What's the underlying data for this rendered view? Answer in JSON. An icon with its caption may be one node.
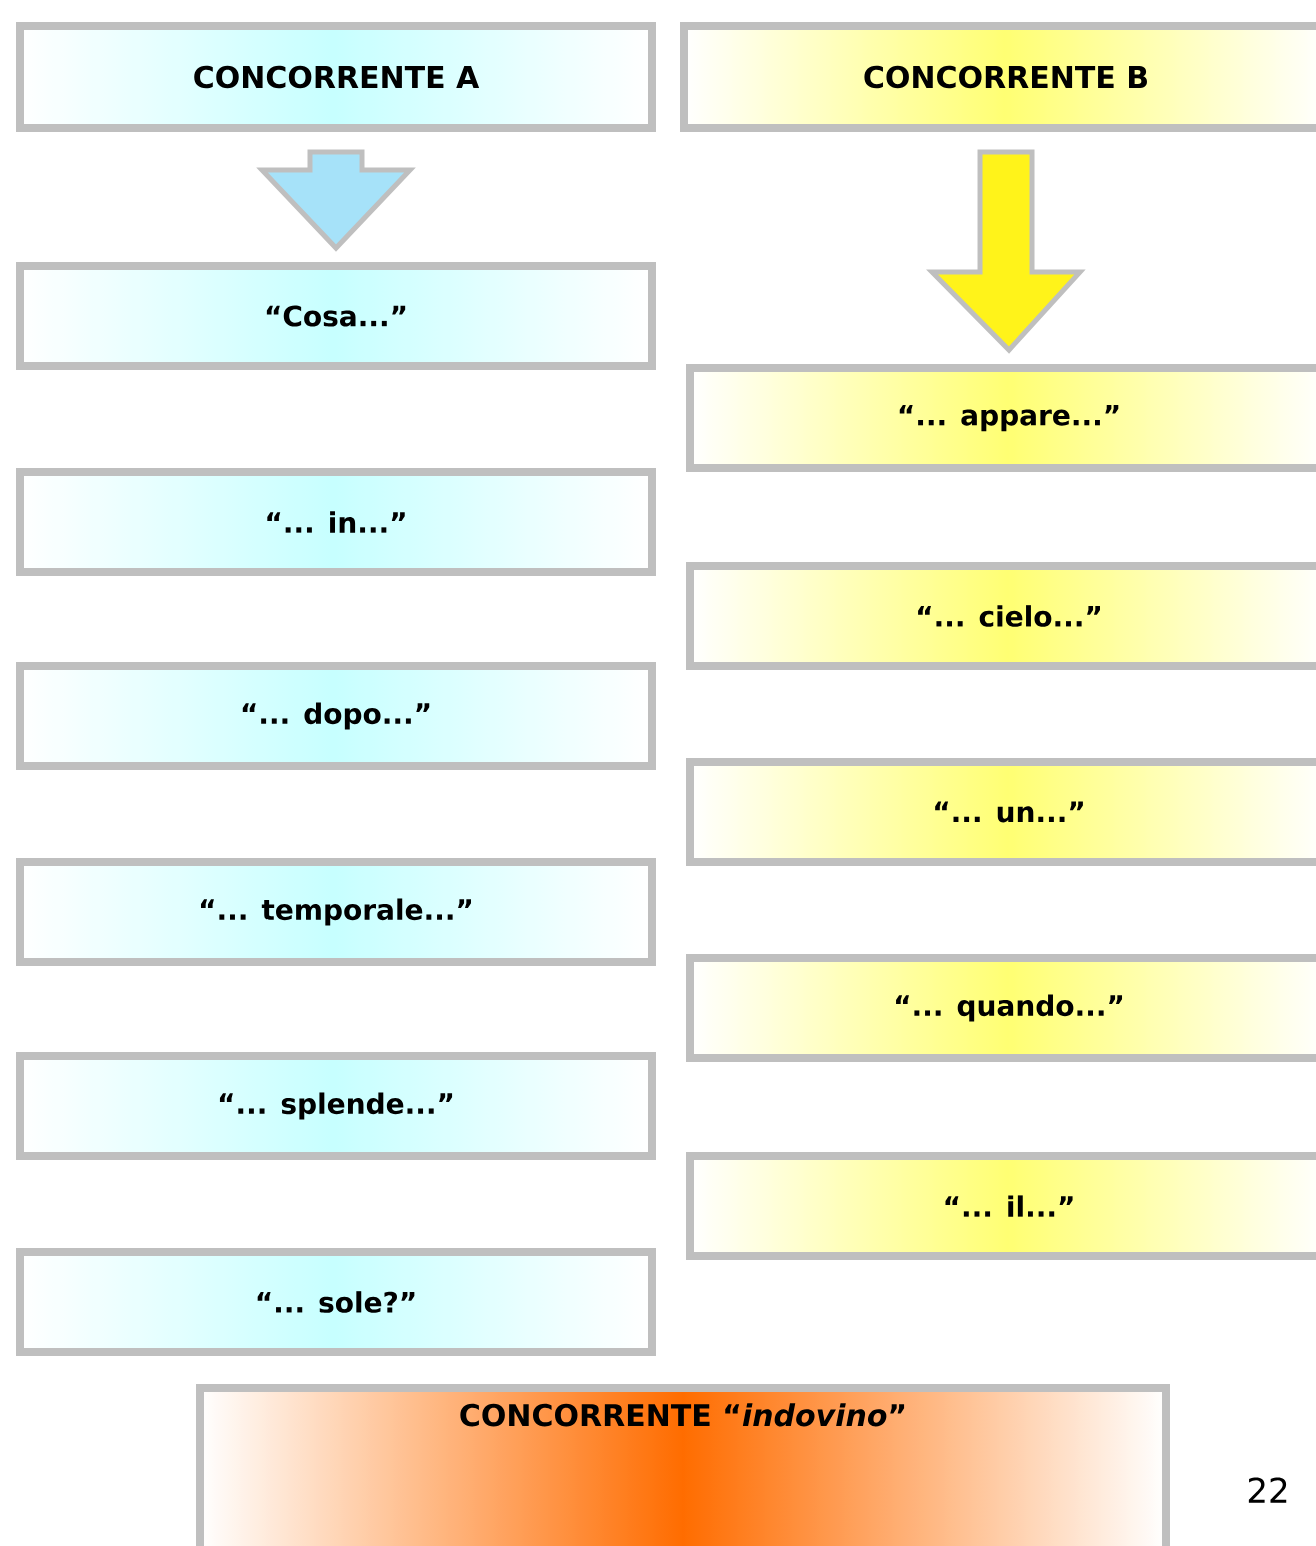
{
  "diagram": {
    "nodes": [
      {
        "text": [
          "CONCORRENTE A"
        ]
      },
      {
        "text": [
          "CONCORRENTE B"
        ]
      },
      {
        "text": [
          "“Cosa...”"
        ]
      },
      {
        "text": [
          "“... in...”"
        ]
      },
      {
        "text": [
          "“... dopo...”"
        ]
      },
      {
        "text": [
          "“... temporale...”"
        ]
      },
      {
        "text": [
          "“... splende...”"
        ]
      },
      {
        "text": [
          "“... sole?”"
        ]
      },
      {
        "text": [
          "“... appare...”"
        ]
      },
      {
        "text": [
          "“... cielo...”"
        ]
      },
      {
        "text": [
          "“... un...”"
        ]
      },
      {
        "text": [
          "“... quando...”"
        ]
      },
      {
        "text": [
          "“... il...”"
        ]
      },
      {
        "text": [
          "CONCORRENTE “*indovino*”"
        ]
      }
    ],
    "edges": [
      {
        "from": 0,
        "to": 2,
        "arrow": "to"
      },
      {
        "from": 1,
        "to": 8,
        "arrow": "to"
      }
    ],
    "labels": [
      "22"
    ]
  }
}
